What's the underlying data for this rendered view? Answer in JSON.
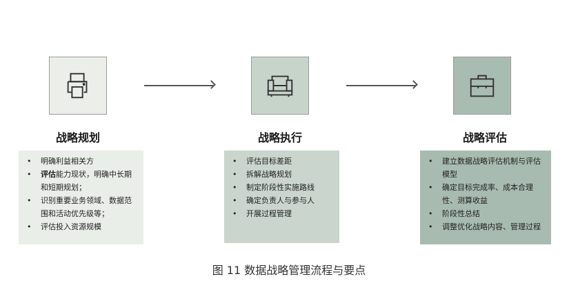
{
  "stages": [
    {
      "title": "战略规划",
      "icon": "printer-icon",
      "items": [
        {
          "bold": "",
          "text": "明确利益相关方"
        },
        {
          "bold": "评估",
          "text": "能力现状，明确中长期和短期规划；"
        },
        {
          "bold": "",
          "text": "识别重要业务领域、数据范围和活动优先级等；"
        },
        {
          "bold": "",
          "text": "评估投入资源规模"
        }
      ]
    },
    {
      "title": "战略执行",
      "icon": "sofa-icon",
      "items": [
        {
          "bold": "",
          "text": "评估目标差距"
        },
        {
          "bold": "",
          "text": "拆解战略规划"
        },
        {
          "bold": "",
          "text": "制定阶段性实施路线"
        },
        {
          "bold": "",
          "text": "确定负责人与参与人"
        },
        {
          "bold": "",
          "text": "开展过程管理"
        }
      ]
    },
    {
      "title": "战略评估",
      "icon": "toolbox-icon",
      "items": [
        {
          "bold": "",
          "text": "建立数据战略评估机制与评估模型"
        },
        {
          "bold": "",
          "text": "确定目标完成率、成本合理性、测算收益"
        },
        {
          "bold": "",
          "text": "阶段性总结"
        },
        {
          "bold": "",
          "text": "调整优化战略内容、管理过程"
        }
      ]
    }
  ],
  "caption": "图 11 数据战略管理流程与要点",
  "colors": {
    "stage1_bg": "#eaeee9",
    "stage2_bg": "#c9d5cd",
    "stage3_bg": "#a8bbb0",
    "icon1_bg": "#eceeea",
    "icon2_bg": "#c7d4ca",
    "icon3_bg": "#a9bcb1"
  }
}
